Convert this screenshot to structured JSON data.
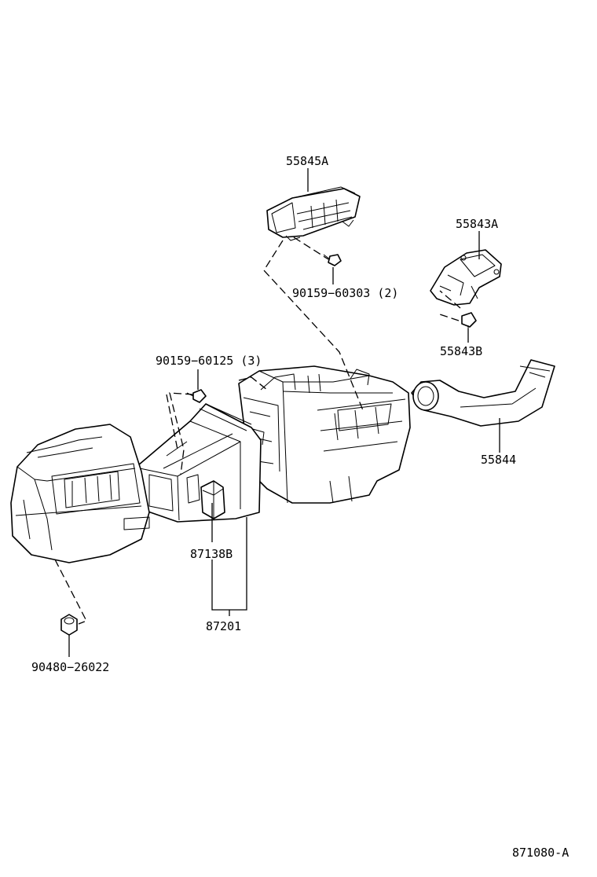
{
  "diagram_id": "871080-A",
  "labels": {
    "p55845A": "55845A",
    "p9015960303": "90159−60303 (2)",
    "p55843A": "55843A",
    "p55843B": "55843B",
    "p9015960125": "90159−60125 (3)",
    "p55844": "55844",
    "p87138B": "87138B",
    "p87201": "87201",
    "p9048026022": "90480−26022"
  }
}
